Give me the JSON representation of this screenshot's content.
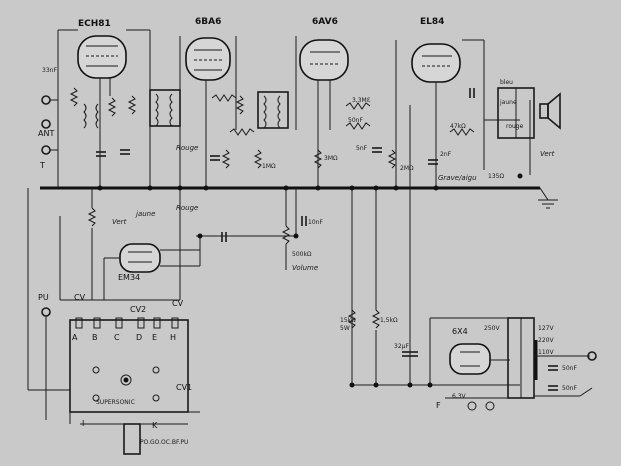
{
  "tubes": {
    "ech81": "ECH81",
    "ebf": "6BA6",
    "eabc": "6AV6",
    "el": "EL84",
    "eye": "EM34",
    "rect": "6X4"
  },
  "labels": {
    "c33": "33nF",
    "ant": "ANT",
    "t": "T",
    "pu": "PU",
    "cv": "CV",
    "cv2": "CV2",
    "cv_b": "CV",
    "cv1": "CV1",
    "supersonic": "SUPERSONIC",
    "switch_code": "PO.GO.OC.BF.PU",
    "i": "I",
    "k": "K",
    "volume": "Volume",
    "r500": "500kΩ",
    "c10": "10nF",
    "c5": "5nF",
    "c2": "2nF",
    "grave": "Grave/aigu",
    "vert": "Vert",
    "jaune": "jaune",
    "rouge": "Rouge",
    "rouge2": "Rouge",
    "vert2": "Vert",
    "bleu": "bleu",
    "jaune2": "jaune",
    "rouge3": "rouge",
    "r47k": "47kΩ",
    "r33k": "3,3Mℇ",
    "c50": "50nF",
    "r135": "135Ω",
    "r3M": "3MΩ",
    "r2M": "2MΩ",
    "r1M": "1MΩ",
    "r15k": "15kΩ",
    "r5w": "5W",
    "r1k5": "1,5kΩ",
    "c32": "32µF",
    "c50n": "50nF",
    "c50n2": "50nF",
    "f": "F",
    "v63": "6,3V",
    "v127": "127V",
    "v220": "220V",
    "v250": "250V",
    "v110": "110V",
    "pin_a": "A",
    "pin_b": "B",
    "pin_c": "C",
    "pin_d": "D",
    "pin_e": "E",
    "pin_h": "H"
  }
}
